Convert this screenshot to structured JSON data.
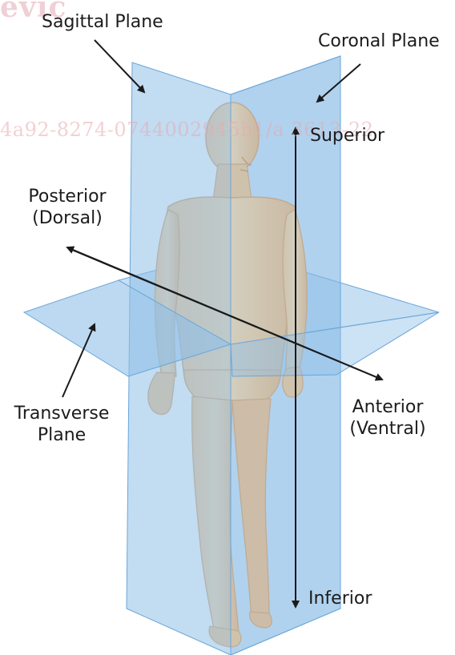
{
  "labels": {
    "sagittal_plane": "Sagittal Plane",
    "coronal_plane": "Coronal Plane",
    "superior": "Superior",
    "inferior": "Inferior",
    "posterior_line1": "Posterior",
    "posterior_line2": "(Dorsal)",
    "anterior_line1": "Anterior",
    "anterior_line2": "(Ventral)",
    "transverse_line1": "Transverse",
    "transverse_line2": "Plane"
  },
  "watermarks": {
    "top": "evic",
    "middle": "4a92-8274-0744002945b1/a      3613-22"
  },
  "colors": {
    "plane_fill": "#8fbfe8",
    "plane_edge": "#6aa6d8",
    "skin": "#f5cc96",
    "skin_shade": "#e9b27a",
    "arrow": "#1a1a1a",
    "text": "#1c1c1c"
  }
}
